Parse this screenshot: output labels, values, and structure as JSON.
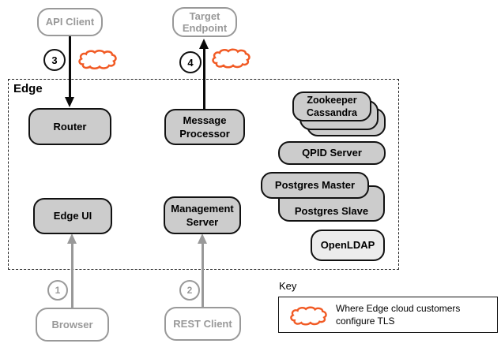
{
  "colors": {
    "orange": "#F15A24",
    "node_fill": "#cccccc",
    "node_fill_light": "#ececec",
    "muted": "#999999",
    "ink": "#111111"
  },
  "clients": {
    "api_client": "API Client",
    "target_l1": "Target",
    "target_l2": "Endpoint",
    "browser": "Browser",
    "rest_client": "REST Client"
  },
  "edge": {
    "label": "Edge",
    "router": "Router",
    "message_processor_l1": "Message",
    "message_processor_l2": "Processor",
    "edge_ui": "Edge UI",
    "management_server_l1": "Management",
    "management_server_l2": "Server",
    "zookeeper_l1": "Zookeeper",
    "zookeeper_l2": "Cassandra",
    "qpid_server": "QPID Server",
    "postgres_master": "Postgres Master",
    "postgres_slave": "Postgres Slave",
    "openldap": "OpenLDAP"
  },
  "markers": {
    "step1": "1",
    "step2": "2",
    "step3": "3",
    "step4": "4"
  },
  "key": {
    "title": "Key",
    "line1": "Where Edge cloud customers",
    "line2": "configure TLS"
  }
}
